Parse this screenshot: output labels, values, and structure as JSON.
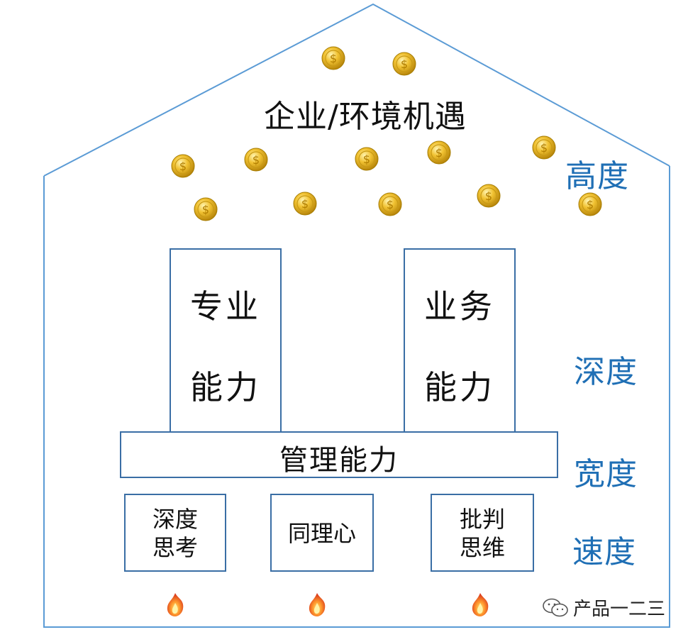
{
  "roof_label": "企业/环境机遇",
  "pillars": [
    {
      "line1": "专业",
      "line2": "能力"
    },
    {
      "line1": "业务",
      "line2": "能力"
    }
  ],
  "beam_label": "管理能力",
  "foundation": [
    {
      "line1": "深度",
      "line2": "思考"
    },
    {
      "line1": "同理心",
      "line2": ""
    },
    {
      "line1": "批判",
      "line2": "思维"
    }
  ],
  "dimensions": {
    "height": "高度",
    "depth": "深度",
    "width": "宽度",
    "speed": "速度"
  },
  "watermark": "产品一二三",
  "colors": {
    "outline": "#5b9bd5",
    "box_border": "#3a6ea5",
    "side_label": "#1f6fb5",
    "coin": "#e8b92a",
    "flame": "#e8541e"
  },
  "icons": {
    "coin": "dollar-coin-icon",
    "flame": "flame-icon",
    "watermark": "wechat-icon"
  }
}
